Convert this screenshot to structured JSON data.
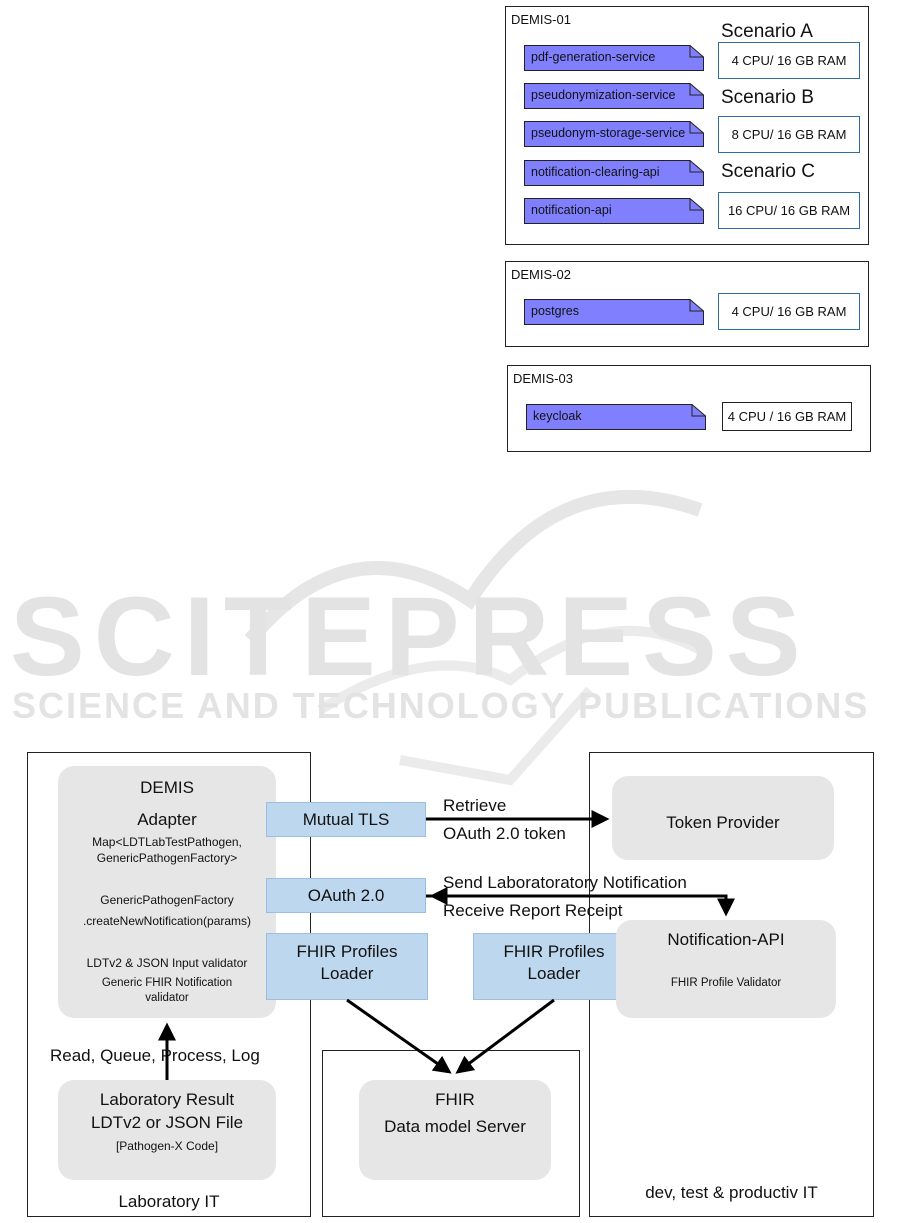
{
  "hosts": [
    {
      "name": "DEMIS-01",
      "services": [
        "pdf-generation-service",
        "pseudonymization-service",
        "pseudonym-storage-service",
        "notification-clearing-api",
        "notification-api"
      ],
      "scenarios": [
        {
          "label": "Scenario A",
          "resources": "4 CPU/ 16 GB RAM"
        },
        {
          "label": "Scenario B",
          "resources": "8 CPU/ 16 GB RAM"
        },
        {
          "label": "Scenario C",
          "resources": "16 CPU/ 16 GB RAM"
        }
      ]
    },
    {
      "name": "DEMIS-02",
      "services": [
        "postgres"
      ],
      "resources": "4 CPU/ 16 GB RAM"
    },
    {
      "name": "DEMIS-03",
      "services": [
        "keycloak"
      ],
      "resources": "4 CPU / 16 GB RAM"
    }
  ],
  "watermark": {
    "main": "SCITEPRESS",
    "sub": "SCIENCE AND TECHNOLOGY PUBLICATIONS"
  },
  "architecture": {
    "lab_it": {
      "label": "Laboratory IT",
      "adapter": {
        "title": "DEMIS",
        "subtitle": "Adapter",
        "map_line1": "Map<LDTLabTestPathogen,",
        "map_line2": "GenericPathogenFactory>",
        "factory_line1": "GenericPathogenFactory",
        "factory_line2": ".createNewNotification(params)",
        "validator_line1": "LDTv2 & JSON Input validator",
        "validator_line2": "Generic FHIR Notification",
        "validator_line3": "validator"
      },
      "result": {
        "line1": "Laboratory Result",
        "line2": "LDTv2 or JSON File",
        "line3": "[Pathogen-X Code]"
      },
      "flow_label": "Read, Queue, Process, Log"
    },
    "connectors": {
      "mutual_tls": "Mutual TLS",
      "oauth": "OAuth 2.0",
      "fhir_loader_left": "FHIR Profiles Loader",
      "fhir_loader_right": "FHIR Profiles Loader"
    },
    "fhir_server": {
      "line1": "FHIR",
      "line2": "Data model Server"
    },
    "prod_it": {
      "label": "dev, test & productiv IT",
      "token_provider": "Token Provider",
      "notification_api": "Notification-API",
      "profile_validator": "FHIR Profile Validator"
    },
    "edges": {
      "retrieve": "Retrieve",
      "oauth_token": "OAuth 2.0 token",
      "send": "Send Laboratoratory Notification",
      "receive": "Receive Report Receipt"
    }
  }
}
